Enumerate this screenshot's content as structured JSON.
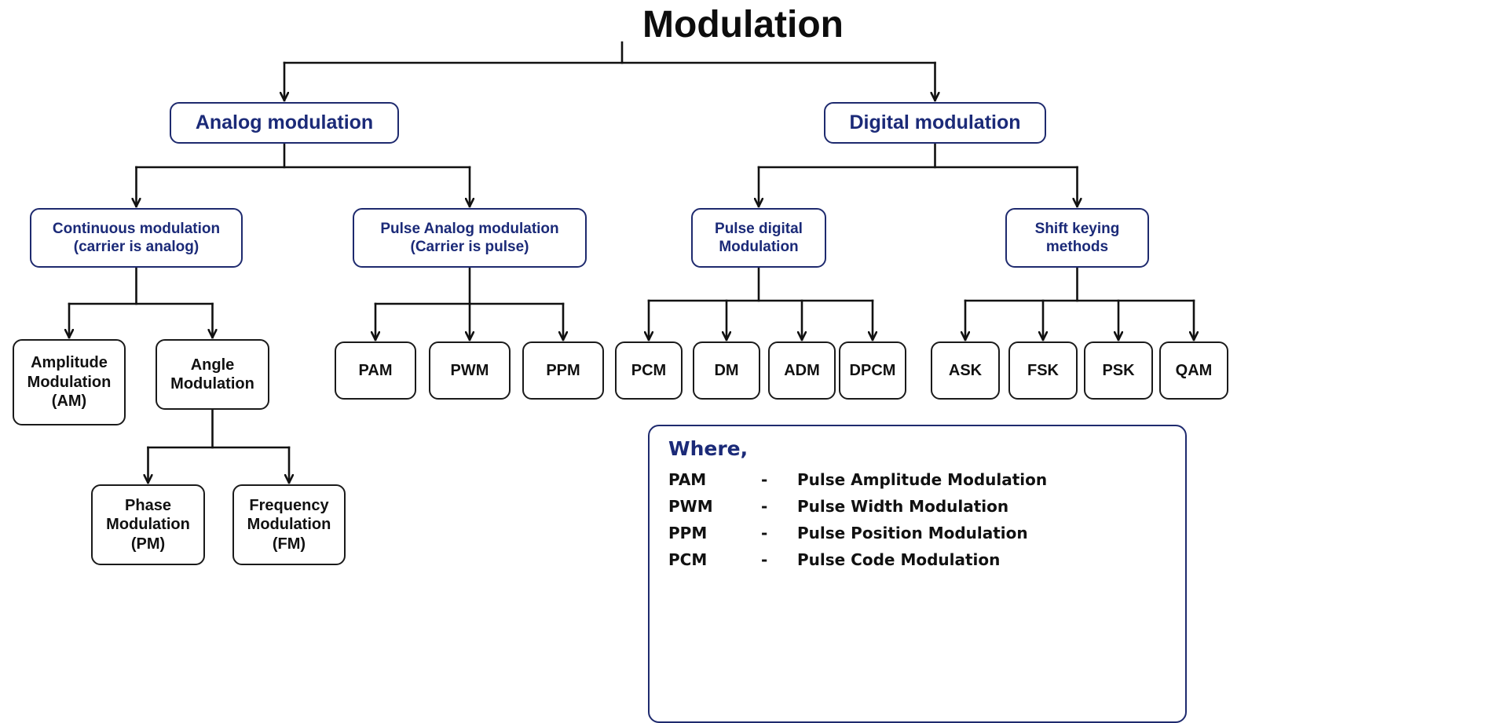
{
  "title": "Modulation",
  "nodes": [
    {
      "id": "analog",
      "lines": [
        "Analog modulation"
      ]
    },
    {
      "id": "digital",
      "lines": [
        "Digital modulation"
      ]
    },
    {
      "id": "continuous",
      "lines": [
        "Continuous modulation",
        "(carrier is analog)"
      ]
    },
    {
      "id": "pulse-analog",
      "lines": [
        "Pulse Analog modulation",
        "(Carrier is pulse)"
      ]
    },
    {
      "id": "pulse-digital",
      "lines": [
        "Pulse digital",
        "Modulation"
      ]
    },
    {
      "id": "shift-keying",
      "lines": [
        "Shift keying",
        "methods"
      ]
    },
    {
      "id": "am",
      "lines": [
        "Amplitude",
        "Modulation",
        "(AM)"
      ]
    },
    {
      "id": "angle",
      "lines": [
        "Angle",
        "Modulation"
      ]
    },
    {
      "id": "pm",
      "lines": [
        "Phase",
        "Modulation",
        "(PM)"
      ]
    },
    {
      "id": "fm",
      "lines": [
        "Frequency",
        "Modulation",
        "(FM)"
      ]
    },
    {
      "id": "pam",
      "lines": [
        "PAM"
      ]
    },
    {
      "id": "pwm",
      "lines": [
        "PWM"
      ]
    },
    {
      "id": "ppm",
      "lines": [
        "PPM"
      ]
    },
    {
      "id": "pcm",
      "lines": [
        "PCM"
      ]
    },
    {
      "id": "dm",
      "lines": [
        "DM"
      ]
    },
    {
      "id": "adm",
      "lines": [
        "ADM"
      ]
    },
    {
      "id": "dpcm",
      "lines": [
        "DPCM"
      ]
    },
    {
      "id": "ask",
      "lines": [
        "ASK"
      ]
    },
    {
      "id": "fsk",
      "lines": [
        "FSK"
      ]
    },
    {
      "id": "psk",
      "lines": [
        "PSK"
      ]
    },
    {
      "id": "qam",
      "lines": [
        "QAM"
      ]
    }
  ],
  "edges": [
    {
      "from": "title",
      "to": [
        "analog",
        "digital"
      ]
    },
    {
      "from": "analog",
      "to": [
        "continuous",
        "pulse-analog"
      ]
    },
    {
      "from": "digital",
      "to": [
        "pulse-digital",
        "shift-keying"
      ]
    },
    {
      "from": "continuous",
      "to": [
        "am",
        "angle"
      ]
    },
    {
      "from": "angle",
      "to": [
        "pm",
        "fm"
      ]
    },
    {
      "from": "pulse-analog",
      "to": [
        "pam",
        "pwm",
        "ppm"
      ]
    },
    {
      "from": "pulse-digital",
      "to": [
        "pcm",
        "dm",
        "adm",
        "dpcm"
      ]
    },
    {
      "from": "shift-keying",
      "to": [
        "ask",
        "fsk",
        "psk",
        "qam"
      ]
    }
  ],
  "legend": {
    "title": "Where,",
    "separator": "-",
    "rows": [
      {
        "abbr": "PAM",
        "desc": "Pulse Amplitude Modulation"
      },
      {
        "abbr": "PWM",
        "desc": "Pulse Width Modulation"
      },
      {
        "abbr": "PPM",
        "desc": "Pulse Position Modulation"
      },
      {
        "abbr": "PCM",
        "desc": "Pulse Code Modulation"
      }
    ]
  },
  "colors": {
    "box_border": "#1e2a6e",
    "heading_text": "#1b2a78",
    "leaf_text": "#111111",
    "line": "#111111"
  }
}
